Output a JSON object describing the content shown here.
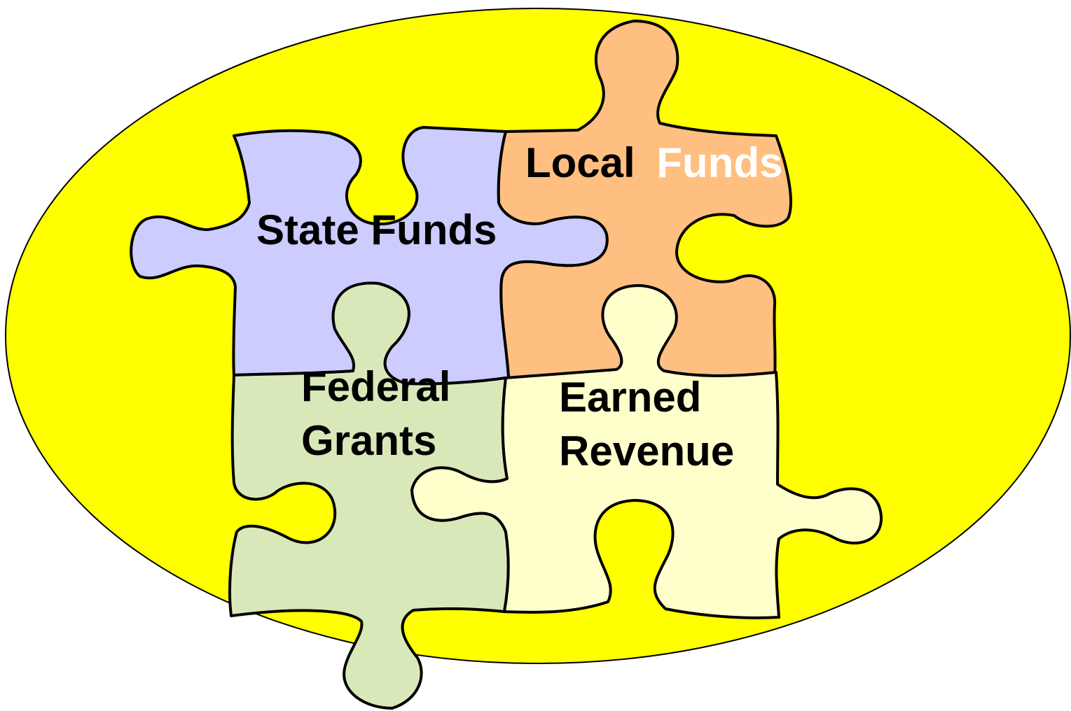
{
  "colors": {
    "background": "#FFFFFF",
    "ellipse": "#FFFF00",
    "outline": "#000000",
    "state_piece": "#CCCCFF",
    "local_piece": "#FFBF80",
    "federal_piece": "#D9E8B8",
    "earned_piece": "#FFFFCC",
    "label_text": "#000000",
    "local_highlight_text": "#FFFFFF"
  },
  "pieces": {
    "state": {
      "label": "State Funds"
    },
    "local": {
      "label_first": "Local",
      "label_second": "Funds"
    },
    "federal": {
      "line1": "Federal",
      "line2": "Grants"
    },
    "earned": {
      "line1": "Earned",
      "line2": "Revenue"
    }
  }
}
